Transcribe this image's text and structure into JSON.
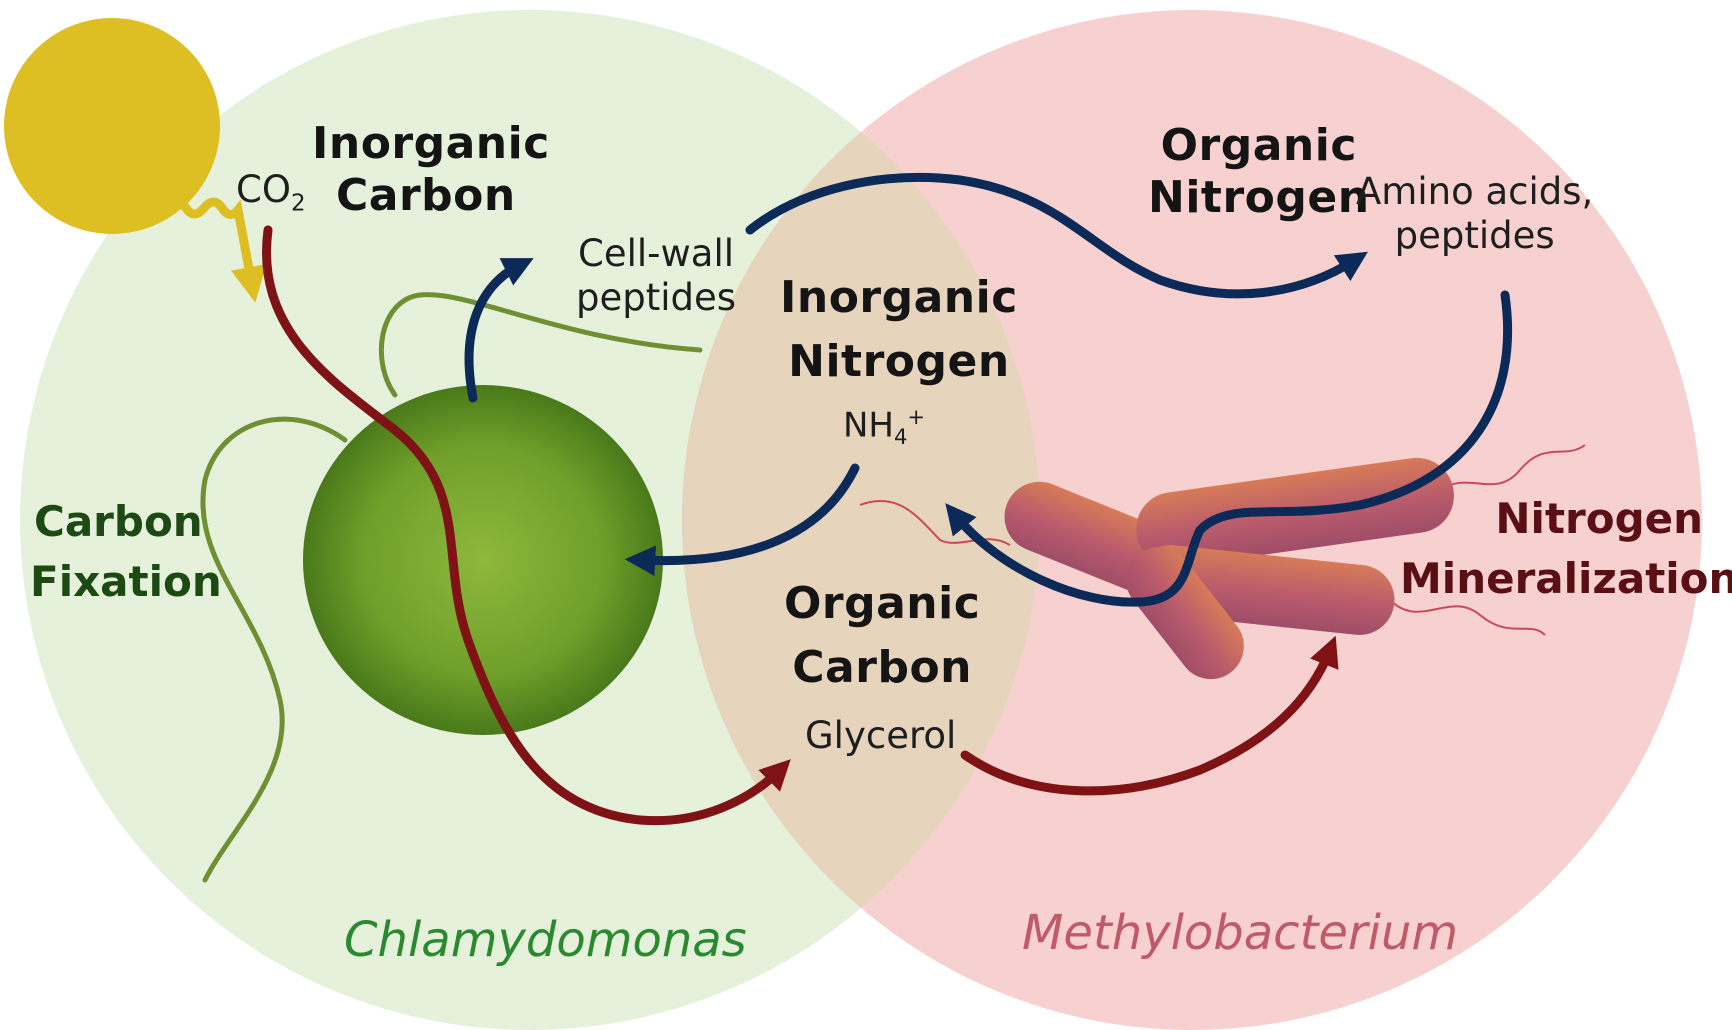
{
  "colors": {
    "chlamy_circle": "#e6f1dc",
    "methylo_circle": "#f7d1d0",
    "overlap": "#e6d4bd",
    "sun": "#ddbf24",
    "carbon_arrow": "#7f1214",
    "nitrogen_arrow": "#0c2a57",
    "chlamy_label": "#2b8a2f",
    "methylo_label": "#c05a6b",
    "cell_green": "#6aa22c",
    "bacterium": "#b85a6a"
  },
  "labels": {
    "inorganic_carbon": {
      "line1": "Inorganic",
      "line2": "Carbon",
      "species_pre": "CO",
      "species_sub": "2"
    },
    "cell_wall": {
      "line1": "Cell-wall",
      "line2": "peptides"
    },
    "organic_nitrogen": {
      "line1": "Organic",
      "line2": "Nitrogen"
    },
    "amino_acids": {
      "line1": "Amino acids,",
      "line2": "peptides"
    },
    "inorganic_nitrogen": {
      "line1": "Inorganic",
      "line2": "Nitrogen",
      "species_pre": "NH",
      "species_sub": "4",
      "species_sup": "+"
    },
    "organic_carbon": {
      "line1": "Organic",
      "line2": "Carbon",
      "species": "Glycerol"
    },
    "carbon_fixation": {
      "line1": "Carbon",
      "line2": "Fixation"
    },
    "nitrogen_mineralization": {
      "line1": "Nitrogen",
      "line2": "Mineralization"
    },
    "chlamydomonas": "Chlamydomonas",
    "methylobacterium": "Methylobacterium"
  }
}
